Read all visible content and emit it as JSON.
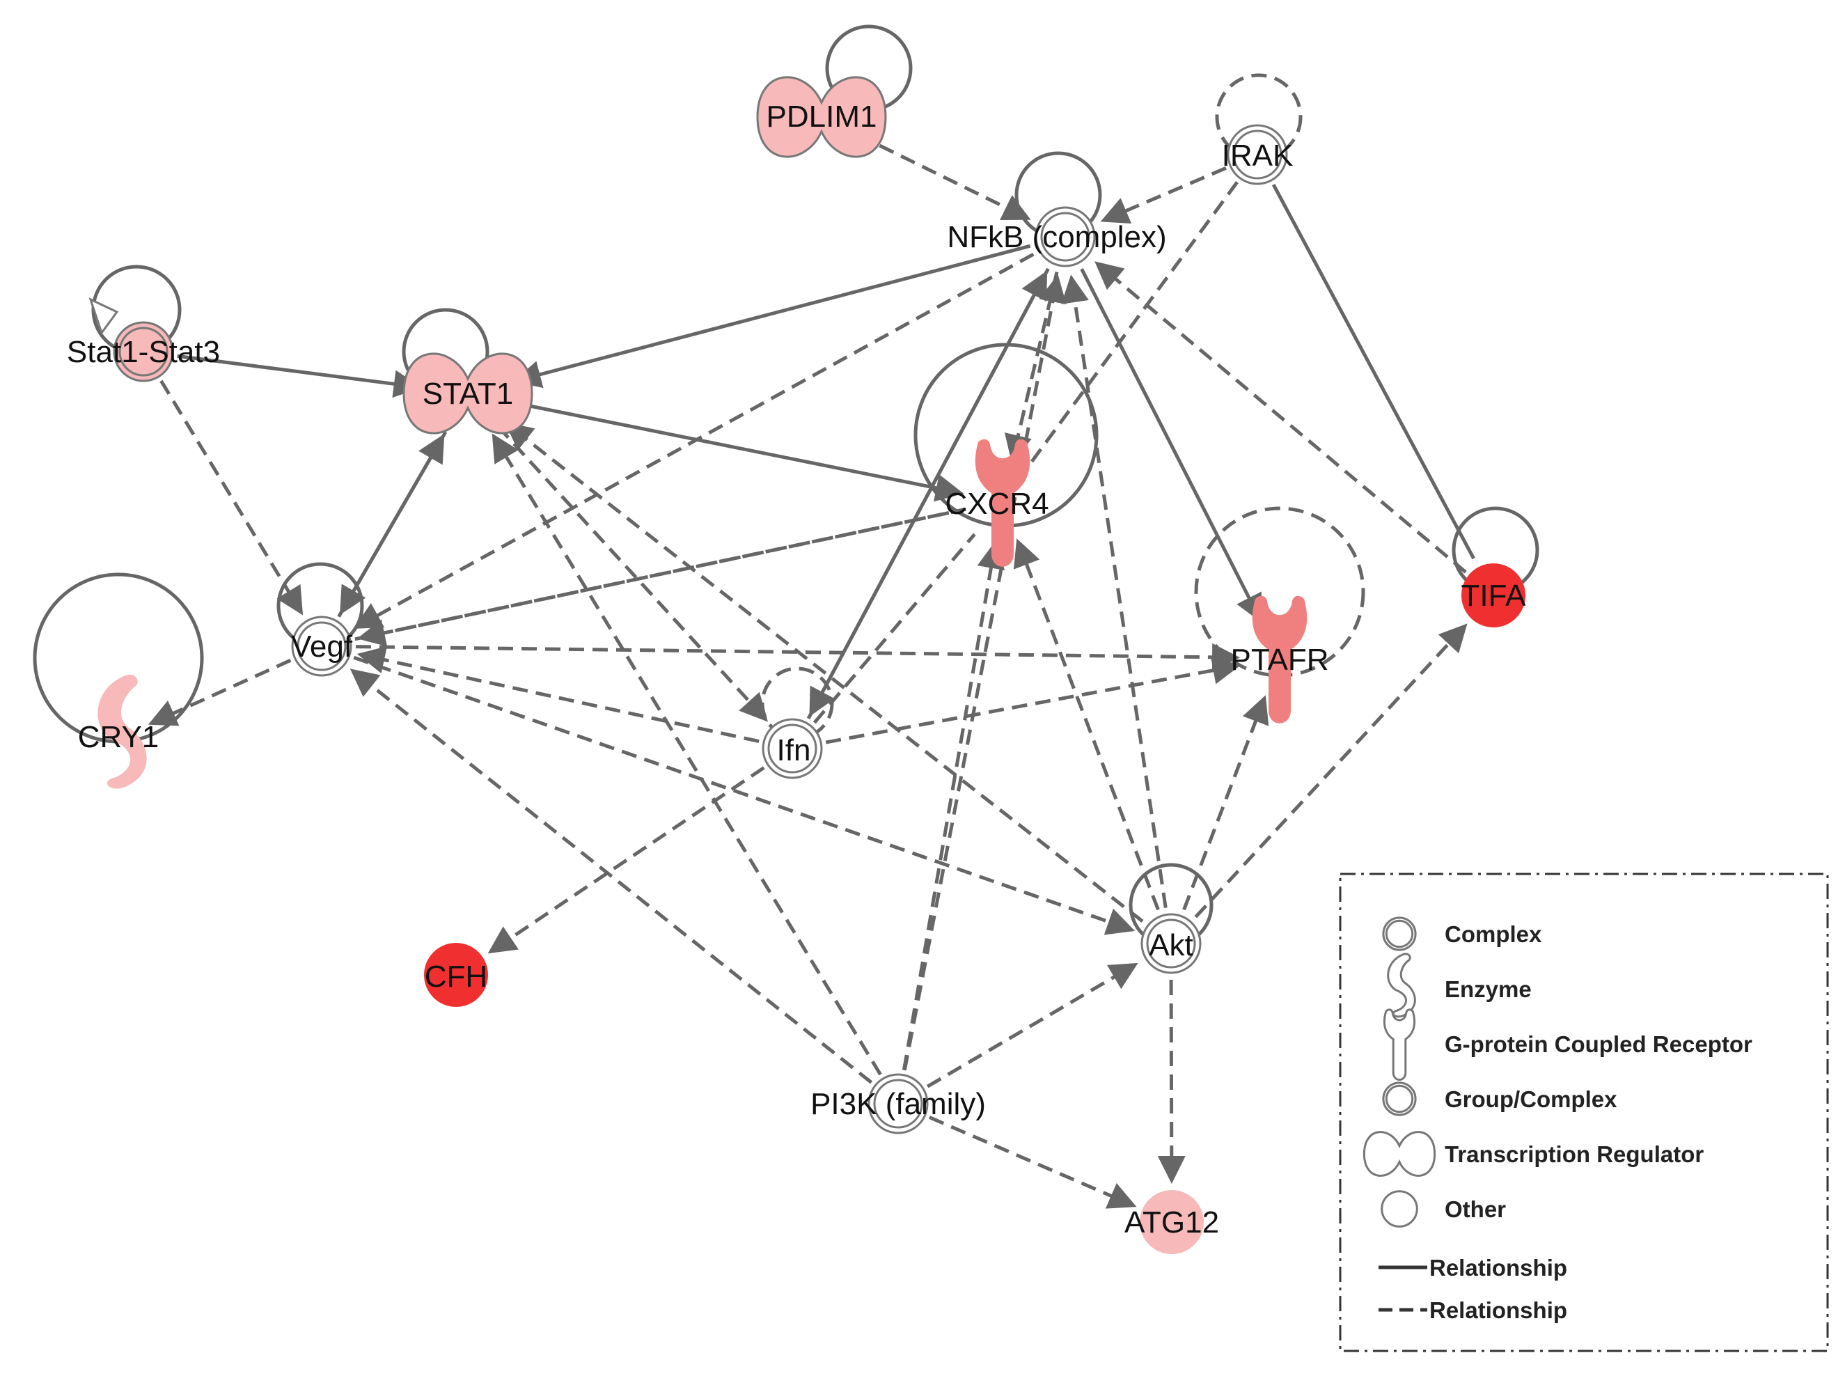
{
  "colors": {
    "edge": "#666666",
    "light_red": "#f7b9b9",
    "mid_red": "#f08080",
    "strong_red": "#f03030",
    "white": "#ffffff"
  },
  "nodes": [
    {
      "id": "PDLIM1",
      "label": "PDLIM1",
      "shape": "transcription-regulator",
      "fill": "light_red"
    },
    {
      "id": "IRAK",
      "label": "IRAK",
      "shape": "complex",
      "fill": "white"
    },
    {
      "id": "NFKB",
      "label": "NFkB (complex)",
      "shape": "complex",
      "fill": "white"
    },
    {
      "id": "STAT13",
      "label": "Stat1-Stat3",
      "shape": "complex",
      "fill": "light_red"
    },
    {
      "id": "STAT1",
      "label": "STAT1",
      "shape": "transcription-regulator",
      "fill": "light_red"
    },
    {
      "id": "CXCR4",
      "label": "CXCR4",
      "shape": "gpcr",
      "fill": "mid_red"
    },
    {
      "id": "TIFA",
      "label": "TIFA",
      "shape": "other",
      "fill": "strong_red"
    },
    {
      "id": "VEGF",
      "label": "Vegf",
      "shape": "group",
      "fill": "white"
    },
    {
      "id": "PTAFR",
      "label": "PTAFR",
      "shape": "gpcr",
      "fill": "mid_red"
    },
    {
      "id": "CRY1",
      "label": "CRY1",
      "shape": "enzyme",
      "fill": "light_red"
    },
    {
      "id": "IFN",
      "label": "Ifn",
      "shape": "group",
      "fill": "white"
    },
    {
      "id": "AKT",
      "label": "Akt",
      "shape": "group",
      "fill": "white"
    },
    {
      "id": "CFH",
      "label": "CFH",
      "shape": "other",
      "fill": "strong_red"
    },
    {
      "id": "PI3K",
      "label": "PI3K (family)",
      "shape": "group",
      "fill": "white"
    },
    {
      "id": "ATG12",
      "label": "ATG12",
      "shape": "other",
      "fill": "light_red"
    }
  ],
  "edges": [
    {
      "from": "PDLIM1",
      "to": "NFKB",
      "style": "dashed",
      "arrow": true
    },
    {
      "from": "IRAK",
      "to": "NFKB",
      "style": "dashed",
      "arrow": true
    },
    {
      "from": "IRAK",
      "to": "TIFA",
      "style": "solid",
      "arrow": false
    },
    {
      "from": "IRAK",
      "to": "CXCR4",
      "style": "dashed",
      "arrow": false
    },
    {
      "from": "NFKB",
      "to": "STAT1",
      "style": "solid",
      "arrow": true
    },
    {
      "from": "NFKB",
      "to": "VEGF",
      "style": "dashed",
      "arrow": true
    },
    {
      "from": "NFKB",
      "to": "CXCR4",
      "style": "dashed",
      "arrow": true
    },
    {
      "from": "NFKB",
      "to": "PTAFR",
      "style": "solid",
      "arrow": true
    },
    {
      "from": "NFKB",
      "to": "IFN",
      "style": "solid",
      "arrow": true
    },
    {
      "from": "IFN",
      "to": "NFKB",
      "style": "solid",
      "arrow": true
    },
    {
      "from": "AKT",
      "to": "NFKB",
      "style": "dashed",
      "arrow": true
    },
    {
      "from": "TIFA",
      "to": "NFKB",
      "style": "dashed",
      "arrow": true
    },
    {
      "from": "PI3K",
      "to": "NFKB",
      "style": "dashed",
      "arrow": true
    },
    {
      "from": "STAT13",
      "to": "STAT1",
      "style": "solid",
      "arrow": true
    },
    {
      "from": "STAT13",
      "to": "VEGF",
      "style": "dashed",
      "arrow": true
    },
    {
      "from": "STAT1",
      "to": "CXCR4",
      "style": "solid",
      "arrow": true
    },
    {
      "from": "STAT1",
      "to": "VEGF",
      "style": "solid",
      "arrow": true
    },
    {
      "from": "VEGF",
      "to": "STAT1",
      "style": "solid",
      "arrow": true
    },
    {
      "from": "STAT1",
      "to": "IFN",
      "style": "dashed",
      "arrow": true
    },
    {
      "from": "AKT",
      "to": "STAT1",
      "style": "dashed",
      "arrow": true
    },
    {
      "from": "PI3K",
      "to": "STAT1",
      "style": "dashed",
      "arrow": true
    },
    {
      "from": "CXCR4",
      "to": "VEGF",
      "style": "dashed",
      "arrow": true
    },
    {
      "from": "VEGF",
      "to": "CXCR4",
      "style": "dashed",
      "arrow": false
    },
    {
      "from": "IFN",
      "to": "CXCR4",
      "style": "dashed",
      "arrow": false
    },
    {
      "from": "PI3K",
      "to": "CXCR4",
      "style": "dashed",
      "arrow": true
    },
    {
      "from": "AKT",
      "to": "CXCR4",
      "style": "dashed",
      "arrow": true
    },
    {
      "from": "VEGF",
      "to": "CRY1",
      "style": "dashed",
      "arrow": true
    },
    {
      "from": "VEGF",
      "to": "PTAFR",
      "style": "dashed",
      "arrow": true
    },
    {
      "from": "IFN",
      "to": "PTAFR",
      "style": "dashed",
      "arrow": true
    },
    {
      "from": "IFN",
      "to": "VEGF",
      "style": "dashed",
      "arrow": true
    },
    {
      "from": "VEGF",
      "to": "AKT",
      "style": "dashed",
      "arrow": true
    },
    {
      "from": "PI3K",
      "to": "VEGF",
      "style": "dashed",
      "arrow": true
    },
    {
      "from": "IFN",
      "to": "CFH",
      "style": "dashed",
      "arrow": true
    },
    {
      "from": "AKT",
      "to": "PTAFR",
      "style": "dashed",
      "arrow": true
    },
    {
      "from": "AKT",
      "to": "TIFA",
      "style": "dashed",
      "arrow": true
    },
    {
      "from": "AKT",
      "to": "ATG12",
      "style": "dashed",
      "arrow": true
    },
    {
      "from": "PI3K",
      "to": "AKT",
      "style": "dashed",
      "arrow": true
    },
    {
      "from": "PI3K",
      "to": "ATG12",
      "style": "dashed",
      "arrow": true
    }
  ],
  "self_loops": [
    {
      "node": "PDLIM1",
      "style": "solid"
    },
    {
      "node": "IRAK",
      "style": "dashed"
    },
    {
      "node": "NFKB",
      "style": "solid"
    },
    {
      "node": "STAT13",
      "style": "solid"
    },
    {
      "node": "STAT1",
      "style": "solid"
    },
    {
      "node": "CXCR4",
      "style": "solid"
    },
    {
      "node": "TIFA",
      "style": "solid"
    },
    {
      "node": "VEGF",
      "style": "solid"
    },
    {
      "node": "PTAFR",
      "style": "dashed"
    },
    {
      "node": "CRY1",
      "style": "solid"
    },
    {
      "node": "IFN",
      "style": "dashed"
    },
    {
      "node": "AKT",
      "style": "solid"
    }
  ],
  "legend": {
    "items": [
      {
        "icon": "complex",
        "label": "Complex"
      },
      {
        "icon": "enzyme",
        "label": "Enzyme"
      },
      {
        "icon": "gpcr",
        "label": "G-protein Coupled Receptor"
      },
      {
        "icon": "group",
        "label": "Group/Complex"
      },
      {
        "icon": "transcription-regulator",
        "label": "Transcription Regulator"
      },
      {
        "icon": "other",
        "label": "Other"
      },
      {
        "icon": "solid-line",
        "label": "Relationship"
      },
      {
        "icon": "dashed-line",
        "label": "Relationship"
      }
    ]
  }
}
